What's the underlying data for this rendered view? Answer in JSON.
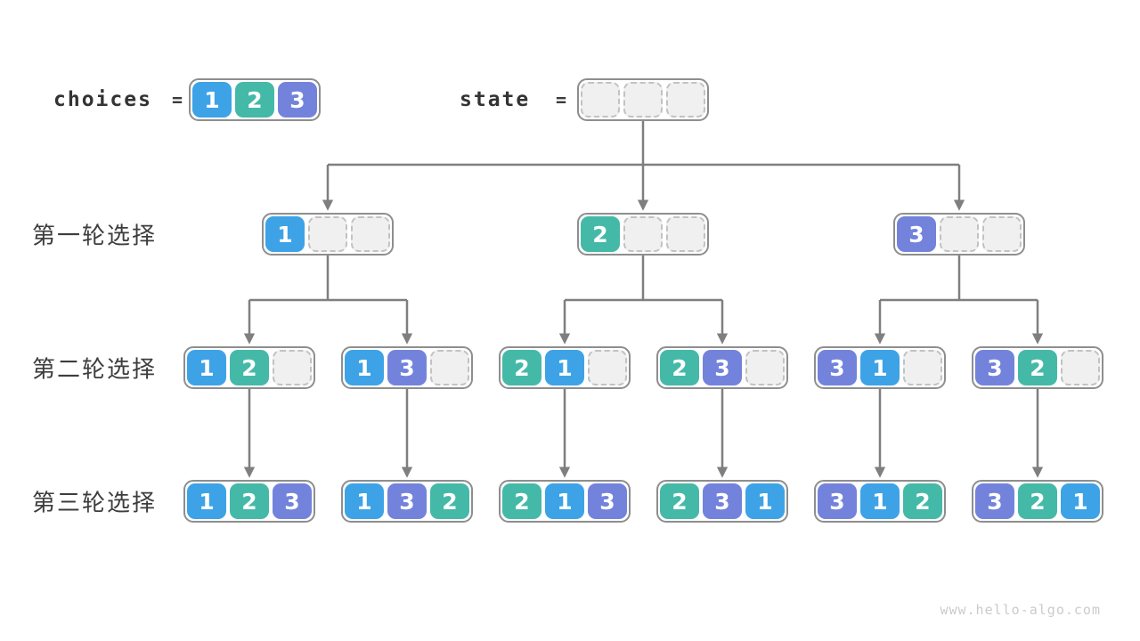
{
  "colors": {
    "1": "#3da3e6",
    "2": "#45b9a8",
    "3": "#7383dc",
    "empty_fill": "#f0f0f0",
    "empty_border": "#c2c2c2",
    "box_border": "#8e8e8e",
    "arrow": "#7f7f7f",
    "label_text": "#3d3d3d",
    "watermark": "#cbcbcb"
  },
  "header": {
    "choices_label": "choices",
    "equals": "=",
    "state_label": "state",
    "choices_cells": [
      "1",
      "2",
      "3"
    ],
    "state_cells": [
      null,
      null,
      null
    ]
  },
  "rows": [
    {
      "label": "第一轮选择",
      "arrays": [
        [
          "1",
          null,
          null
        ],
        [
          "2",
          null,
          null
        ],
        [
          "3",
          null,
          null
        ]
      ]
    },
    {
      "label": "第二轮选择",
      "arrays": [
        [
          "1",
          "2",
          null
        ],
        [
          "1",
          "3",
          null
        ],
        [
          "2",
          "1",
          null
        ],
        [
          "2",
          "3",
          null
        ],
        [
          "3",
          "1",
          null
        ],
        [
          "3",
          "2",
          null
        ]
      ]
    },
    {
      "label": "第三轮选择",
      "arrays": [
        [
          "1",
          "2",
          "3"
        ],
        [
          "1",
          "3",
          "2"
        ],
        [
          "2",
          "1",
          "3"
        ],
        [
          "2",
          "3",
          "1"
        ],
        [
          "3",
          "1",
          "2"
        ],
        [
          "3",
          "2",
          "1"
        ]
      ]
    }
  ],
  "watermark": "www.hello-algo.com"
}
